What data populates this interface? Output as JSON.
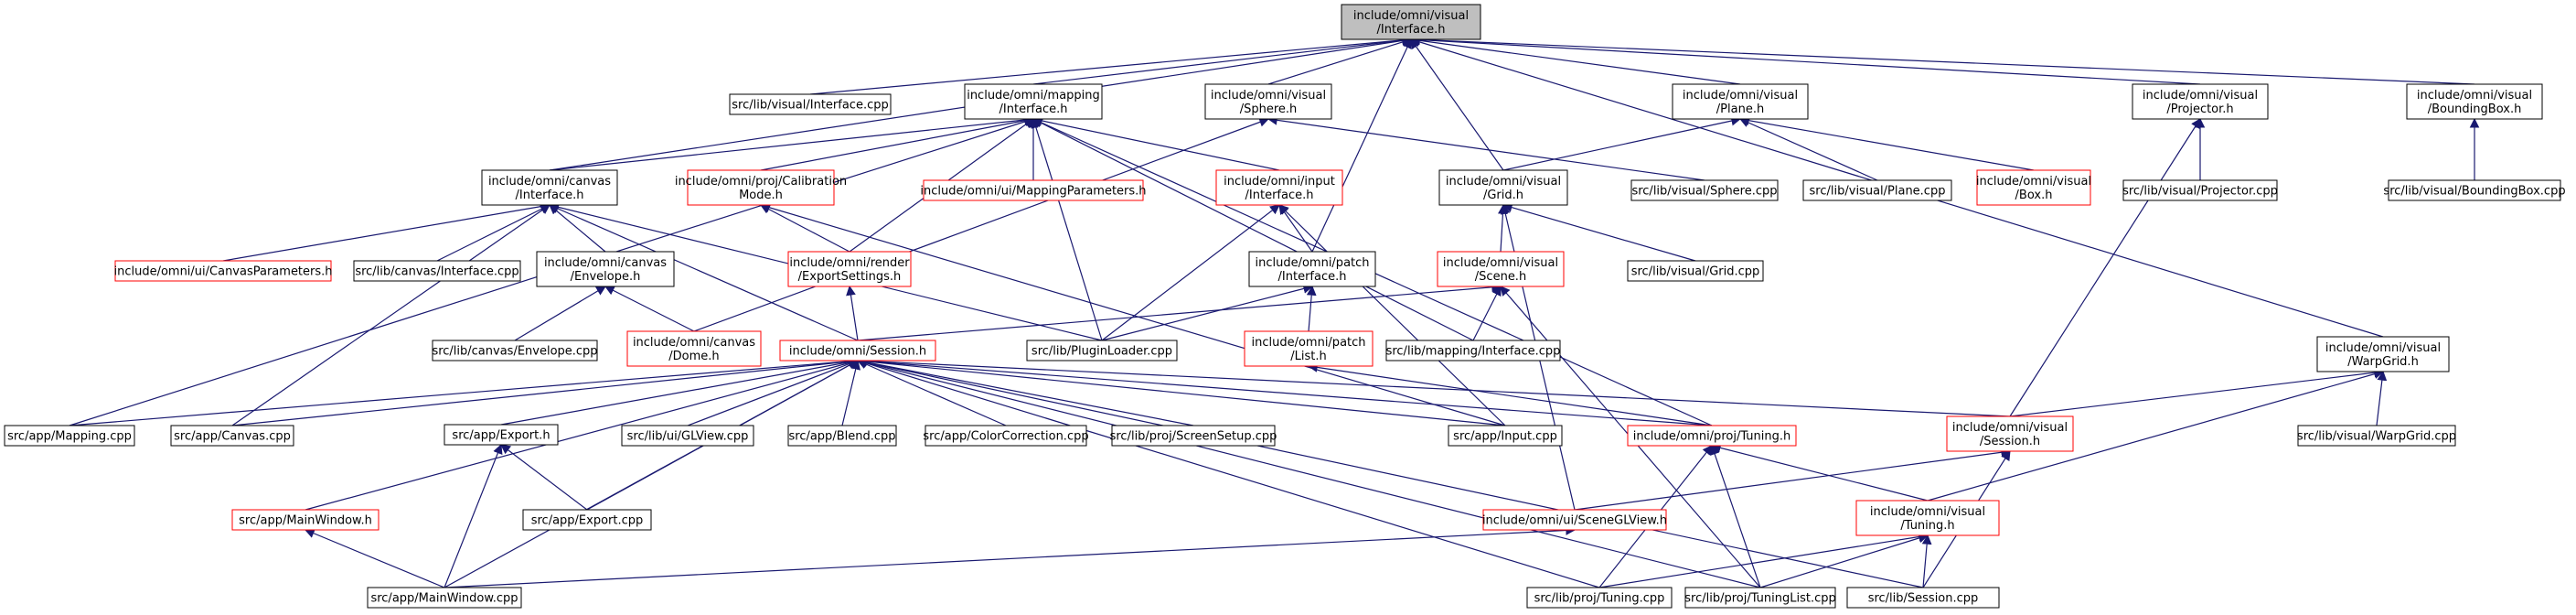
{
  "colors": {
    "edge": "#191970",
    "normal_border": "#000000",
    "incomplete_border": "#ff0000",
    "root_fill": "#bfbfbf"
  },
  "nodes": [
    {
      "id": "root",
      "lines": [
        "include/omni/visual",
        "/Interface.h"
      ],
      "kind": "root"
    },
    {
      "id": "lib_visual_iface",
      "lines": [
        "src/lib/visual/Interface.cpp"
      ],
      "kind": "normal"
    },
    {
      "id": "mapping_iface",
      "lines": [
        "include/omni/mapping",
        "/Interface.h"
      ],
      "kind": "normal"
    },
    {
      "id": "visual_sphere",
      "lines": [
        "include/omni/visual",
        "/Sphere.h"
      ],
      "kind": "normal"
    },
    {
      "id": "visual_plane",
      "lines": [
        "include/omni/visual",
        "/Plane.h"
      ],
      "kind": "normal"
    },
    {
      "id": "visual_projector",
      "lines": [
        "include/omni/visual",
        "/Projector.h"
      ],
      "kind": "normal"
    },
    {
      "id": "visual_bbox",
      "lines": [
        "include/omni/visual",
        "/BoundingBox.h"
      ],
      "kind": "normal"
    },
    {
      "id": "canvas_iface",
      "lines": [
        "include/omni/canvas",
        "/Interface.h"
      ],
      "kind": "normal"
    },
    {
      "id": "proj_calib",
      "lines": [
        "include/omni/proj/Calibration",
        "Mode.h"
      ],
      "kind": "incomplete"
    },
    {
      "id": "ui_mapping_params",
      "lines": [
        "include/omni/ui/MappingParameters.h"
      ],
      "kind": "incomplete"
    },
    {
      "id": "input_iface",
      "lines": [
        "include/omni/input",
        "/Interface.h"
      ],
      "kind": "incomplete"
    },
    {
      "id": "visual_grid",
      "lines": [
        "include/omni/visual",
        "/Grid.h"
      ],
      "kind": "normal"
    },
    {
      "id": "lib_sphere",
      "lines": [
        "src/lib/visual/Sphere.cpp"
      ],
      "kind": "normal"
    },
    {
      "id": "lib_plane",
      "lines": [
        "src/lib/visual/Plane.cpp"
      ],
      "kind": "normal"
    },
    {
      "id": "visual_box",
      "lines": [
        "include/omni/visual",
        "/Box.h"
      ],
      "kind": "incomplete"
    },
    {
      "id": "lib_projector",
      "lines": [
        "src/lib/visual/Projector.cpp"
      ],
      "kind": "normal"
    },
    {
      "id": "lib_bbox",
      "lines": [
        "src/lib/visual/BoundingBox.cpp"
      ],
      "kind": "normal"
    },
    {
      "id": "ui_canvas_params",
      "lines": [
        "include/omni/ui/CanvasParameters.h"
      ],
      "kind": "incomplete"
    },
    {
      "id": "lib_canvas_iface",
      "lines": [
        "src/lib/canvas/Interface.cpp"
      ],
      "kind": "normal"
    },
    {
      "id": "canvas_envelope",
      "lines": [
        "include/omni/canvas",
        "/Envelope.h"
      ],
      "kind": "normal"
    },
    {
      "id": "render_export",
      "lines": [
        "include/omni/render",
        "/ExportSettings.h"
      ],
      "kind": "incomplete"
    },
    {
      "id": "patch_iface",
      "lines": [
        "include/omni/patch",
        "/Interface.h"
      ],
      "kind": "normal"
    },
    {
      "id": "visual_scene",
      "lines": [
        "include/omni/visual",
        "/Scene.h"
      ],
      "kind": "incomplete"
    },
    {
      "id": "lib_grid",
      "lines": [
        "src/lib/visual/Grid.cpp"
      ],
      "kind": "normal"
    },
    {
      "id": "lib_envelope",
      "lines": [
        "src/lib/canvas/Envelope.cpp"
      ],
      "kind": "normal"
    },
    {
      "id": "canvas_dome",
      "lines": [
        "include/omni/canvas",
        "/Dome.h"
      ],
      "kind": "incomplete"
    },
    {
      "id": "session_h",
      "lines": [
        "include/omni/Session.h"
      ],
      "kind": "incomplete"
    },
    {
      "id": "lib_plugin",
      "lines": [
        "src/lib/PluginLoader.cpp"
      ],
      "kind": "normal"
    },
    {
      "id": "patch_list",
      "lines": [
        "include/omni/patch",
        "/List.h"
      ],
      "kind": "incomplete"
    },
    {
      "id": "lib_mapping_iface",
      "lines": [
        "src/lib/mapping/Interface.cpp"
      ],
      "kind": "normal"
    },
    {
      "id": "visual_warpgrid",
      "lines": [
        "include/omni/visual",
        "/WarpGrid.h"
      ],
      "kind": "normal"
    },
    {
      "id": "app_mapping",
      "lines": [
        "src/app/Mapping.cpp"
      ],
      "kind": "normal"
    },
    {
      "id": "app_canvas",
      "lines": [
        "src/app/Canvas.cpp"
      ],
      "kind": "normal"
    },
    {
      "id": "app_export_h",
      "lines": [
        "src/app/Export.h"
      ],
      "kind": "normal"
    },
    {
      "id": "lib_glview",
      "lines": [
        "src/lib/ui/GLView.cpp"
      ],
      "kind": "normal"
    },
    {
      "id": "app_blend",
      "lines": [
        "src/app/Blend.cpp"
      ],
      "kind": "normal"
    },
    {
      "id": "app_colorcorr",
      "lines": [
        "src/app/ColorCorrection.cpp"
      ],
      "kind": "normal"
    },
    {
      "id": "lib_screensetup",
      "lines": [
        "src/lib/proj/ScreenSetup.cpp"
      ],
      "kind": "normal"
    },
    {
      "id": "app_input",
      "lines": [
        "src/app/Input.cpp"
      ],
      "kind": "normal"
    },
    {
      "id": "proj_tuning_h",
      "lines": [
        "include/omni/proj/Tuning.h"
      ],
      "kind": "incomplete"
    },
    {
      "id": "visual_session",
      "lines": [
        "include/omni/visual",
        "/Session.h"
      ],
      "kind": "incomplete"
    },
    {
      "id": "lib_warpgrid",
      "lines": [
        "src/lib/visual/WarpGrid.cpp"
      ],
      "kind": "normal"
    },
    {
      "id": "app_mainwindow_h",
      "lines": [
        "src/app/MainWindow.h"
      ],
      "kind": "incomplete"
    },
    {
      "id": "app_export_cpp",
      "lines": [
        "src/app/Export.cpp"
      ],
      "kind": "normal"
    },
    {
      "id": "ui_sceneglview",
      "lines": [
        "include/omni/ui/SceneGLView.h"
      ],
      "kind": "incomplete"
    },
    {
      "id": "visual_tuning",
      "lines": [
        "include/omni/visual",
        "/Tuning.h"
      ],
      "kind": "incomplete"
    },
    {
      "id": "app_mainwindow_cpp",
      "lines": [
        "src/app/MainWindow.cpp"
      ],
      "kind": "normal"
    },
    {
      "id": "lib_proj_tuning",
      "lines": [
        "src/lib/proj/Tuning.cpp"
      ],
      "kind": "normal"
    },
    {
      "id": "lib_tuninglist",
      "lines": [
        "src/lib/proj/TuningList.cpp"
      ],
      "kind": "normal"
    },
    {
      "id": "lib_session",
      "lines": [
        "src/lib/Session.cpp"
      ],
      "kind": "normal"
    }
  ],
  "edges": [
    [
      "root",
      "lib_visual_iface"
    ],
    [
      "root",
      "mapping_iface"
    ],
    [
      "root",
      "visual_sphere"
    ],
    [
      "root",
      "visual_plane"
    ],
    [
      "root",
      "visual_projector"
    ],
    [
      "root",
      "visual_bbox"
    ],
    [
      "root",
      "canvas_iface"
    ],
    [
      "root",
      "visual_grid"
    ],
    [
      "root",
      "patch_iface"
    ],
    [
      "root",
      "visual_warpgrid"
    ],
    [
      "mapping_iface",
      "canvas_iface"
    ],
    [
      "mapping_iface",
      "proj_calib"
    ],
    [
      "mapping_iface",
      "ui_mapping_params"
    ],
    [
      "mapping_iface",
      "input_iface"
    ],
    [
      "mapping_iface",
      "app_mapping"
    ],
    [
      "mapping_iface",
      "lib_plugin"
    ],
    [
      "mapping_iface",
      "lib_mapping_iface"
    ],
    [
      "mapping_iface",
      "render_export"
    ],
    [
      "mapping_iface",
      "proj_tuning_h"
    ],
    [
      "visual_sphere",
      "lib_sphere"
    ],
    [
      "visual_sphere",
      "canvas_dome"
    ],
    [
      "visual_plane",
      "visual_grid"
    ],
    [
      "visual_plane",
      "lib_plane"
    ],
    [
      "visual_plane",
      "visual_box"
    ],
    [
      "visual_projector",
      "lib_projector"
    ],
    [
      "visual_projector",
      "visual_session"
    ],
    [
      "visual_bbox",
      "lib_bbox"
    ],
    [
      "canvas_iface",
      "ui_canvas_params"
    ],
    [
      "canvas_iface",
      "lib_canvas_iface"
    ],
    [
      "canvas_iface",
      "canvas_envelope"
    ],
    [
      "canvas_iface",
      "session_h"
    ],
    [
      "canvas_iface",
      "app_canvas"
    ],
    [
      "canvas_iface",
      "lib_plugin"
    ],
    [
      "proj_calib",
      "render_export"
    ],
    [
      "proj_calib",
      "app_input"
    ],
    [
      "input_iface",
      "patch_iface"
    ],
    [
      "input_iface",
      "lib_plugin"
    ],
    [
      "input_iface",
      "app_input"
    ],
    [
      "visual_grid",
      "visual_scene"
    ],
    [
      "visual_grid",
      "lib_grid"
    ],
    [
      "visual_grid",
      "ui_sceneglview"
    ],
    [
      "canvas_envelope",
      "lib_envelope"
    ],
    [
      "canvas_envelope",
      "canvas_dome"
    ],
    [
      "render_export",
      "session_h"
    ],
    [
      "patch_iface",
      "lib_plugin"
    ],
    [
      "patch_iface",
      "patch_list"
    ],
    [
      "visual_scene",
      "session_h"
    ],
    [
      "visual_scene",
      "lib_mapping_iface"
    ],
    [
      "visual_scene",
      "lib_tuninglist"
    ],
    [
      "session_h",
      "app_mapping"
    ],
    [
      "session_h",
      "app_canvas"
    ],
    [
      "session_h",
      "app_export_h"
    ],
    [
      "session_h",
      "lib_glview"
    ],
    [
      "session_h",
      "app_blend"
    ],
    [
      "session_h",
      "app_colorcorr"
    ],
    [
      "session_h",
      "lib_screensetup"
    ],
    [
      "session_h",
      "app_input"
    ],
    [
      "session_h",
      "app_mainwindow_h"
    ],
    [
      "session_h",
      "app_export_cpp"
    ],
    [
      "session_h",
      "app_mainwindow_cpp"
    ],
    [
      "session_h",
      "lib_proj_tuning"
    ],
    [
      "session_h",
      "lib_tuninglist"
    ],
    [
      "session_h",
      "lib_session"
    ],
    [
      "session_h",
      "proj_tuning_h"
    ],
    [
      "session_h",
      "visual_session"
    ],
    [
      "patch_list",
      "proj_tuning_h"
    ],
    [
      "visual_warpgrid",
      "visual_session"
    ],
    [
      "visual_warpgrid",
      "lib_warpgrid"
    ],
    [
      "visual_warpgrid",
      "visual_tuning"
    ],
    [
      "app_export_h",
      "app_export_cpp"
    ],
    [
      "app_export_h",
      "app_mainwindow_cpp"
    ],
    [
      "proj_tuning_h",
      "visual_tuning"
    ],
    [
      "proj_tuning_h",
      "lib_proj_tuning"
    ],
    [
      "proj_tuning_h",
      "lib_tuninglist"
    ],
    [
      "visual_session",
      "ui_sceneglview"
    ],
    [
      "visual_session",
      "lib_session"
    ],
    [
      "app_mainwindow_h",
      "app_mainwindow_cpp"
    ],
    [
      "ui_sceneglview",
      "app_mainwindow_cpp"
    ],
    [
      "visual_tuning",
      "lib_proj_tuning"
    ],
    [
      "visual_tuning",
      "lib_tuninglist"
    ],
    [
      "visual_tuning",
      "lib_session"
    ]
  ]
}
